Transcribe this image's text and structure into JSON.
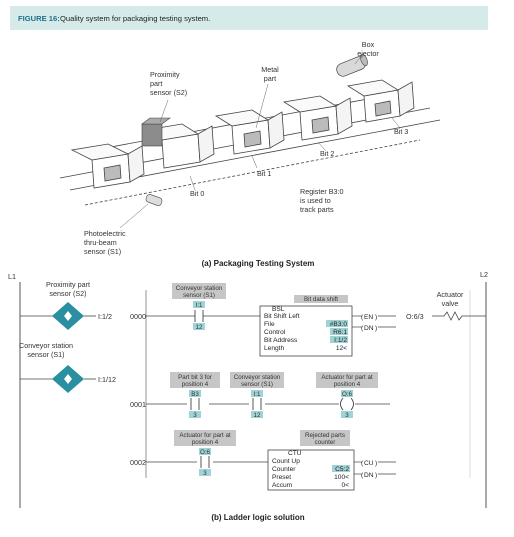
{
  "figure": {
    "label": "FIGURE 16:",
    "title": "Quality system for packaging testing system."
  },
  "part_a": {
    "caption": "(a) Packaging Testing System",
    "box_ejector": [
      "Box",
      "ejector"
    ],
    "metal_part": [
      "Metal",
      "part"
    ],
    "proximity_sensor": [
      "Proximity",
      "part",
      "sensor (S2)"
    ],
    "photoelectric_sensor": [
      "Photoelectric",
      "thru-beam",
      "sensor (S1)"
    ],
    "register_note": [
      "Register B3:0",
      "is used to",
      "track parts"
    ],
    "bits": [
      "Bit 0",
      "Bit 1",
      "Bit 2",
      "Bit 3"
    ]
  },
  "part_b": {
    "caption": "(b) Ladder logic solution",
    "rails": {
      "left": "L1",
      "right": "L2"
    },
    "inputs": [
      {
        "label": [
          "Proximity part",
          "sensor (S2)"
        ],
        "address": "I:1/2"
      },
      {
        "label": [
          "Conveyor station",
          "sensor (S1)"
        ],
        "address": "I:1/12"
      }
    ],
    "output": {
      "label": [
        "Actuator",
        "valve"
      ],
      "address": "O:6/3"
    },
    "rung0": {
      "number": "0000",
      "contact_tag": [
        "Conveyor station",
        "sensor (S1)"
      ],
      "contact_addr_top": "I:1",
      "contact_addr_bottom": "12",
      "block_tag": "Bit data shift",
      "block_name": "BSL",
      "block_lines": [
        "Bit Shift Left",
        "File",
        "Control",
        "Bit Address",
        "Length"
      ],
      "block_values": [
        "",
        "#B3:0",
        "R6:1",
        "I:1/2",
        "12<"
      ],
      "out_en": "EN",
      "out_dn": "DN"
    },
    "rung1": {
      "number": "0001",
      "contact1_tag": [
        "Part bit 3 for",
        "position 4"
      ],
      "contact1_addr_top": "B3",
      "contact1_addr_bottom": "3",
      "contact2_tag": [
        "Conveyor station",
        "sensor (S1)"
      ],
      "contact2_addr_top": "I:1",
      "contact2_addr_bottom": "12",
      "coil_tag": [
        "Actuator for part at",
        "position 4"
      ],
      "coil_addr_top": "O:6",
      "coil_addr_bottom": "3"
    },
    "rung2": {
      "number": "0002",
      "contact_tag": [
        "Actuator for part at",
        "position 4"
      ],
      "contact_addr_top": "O:6",
      "contact_addr_bottom": "3",
      "block_tag": [
        "Rejected parts",
        "counter"
      ],
      "block_name": "CTU",
      "block_lines": [
        "Count Up",
        "Counter",
        "Preset",
        "Accum"
      ],
      "block_values": [
        "",
        "C5:2",
        "100<",
        "0<"
      ],
      "out_cu": "CU",
      "out_dn": "DN"
    }
  },
  "colors": {
    "header_bg": "#d6ebe9",
    "header_label": "#1f6f8b",
    "diamond": "#2a8fa0",
    "tag_fill": "#c6c6c6",
    "value_fill": "#9fd3d6",
    "line": "#444444",
    "ejector": "#d9d9d9"
  }
}
